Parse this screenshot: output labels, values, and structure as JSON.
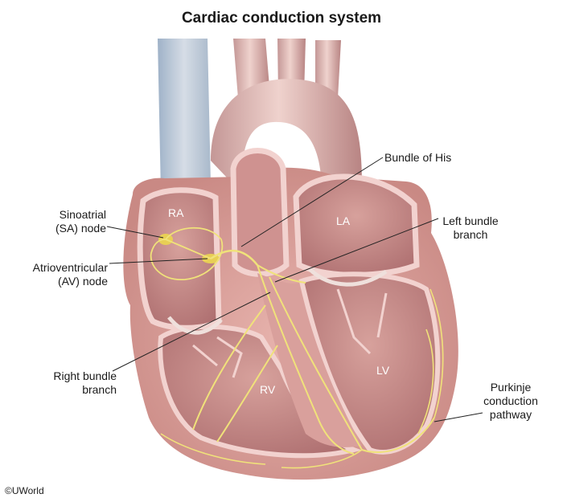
{
  "title": "Cardiac conduction system",
  "labels": {
    "sa_node": [
      "Sinoatrial",
      "(SA) node"
    ],
    "av_node": [
      "Atrioventricular",
      "(AV) node"
    ],
    "right_bundle": [
      "Right bundle",
      "branch"
    ],
    "bundle_his": "Bundle of His",
    "left_bundle": [
      "Left bundle",
      "branch"
    ],
    "purkinje": [
      "Purkinje",
      "conduction",
      "pathway"
    ]
  },
  "chambers": {
    "ra": "RA",
    "la": "LA",
    "rv": "RV",
    "lv": "LV"
  },
  "credit": "©UWorld",
  "colors": {
    "myocardium": "#d9a09c",
    "myocardium_dark": "#b9787a",
    "endocardium": "#f2d2cf",
    "cavity": "#c98a89",
    "vena_cava": "#b8c6d6",
    "conduction": "#f0e27a",
    "node": "#e8cf55"
  }
}
